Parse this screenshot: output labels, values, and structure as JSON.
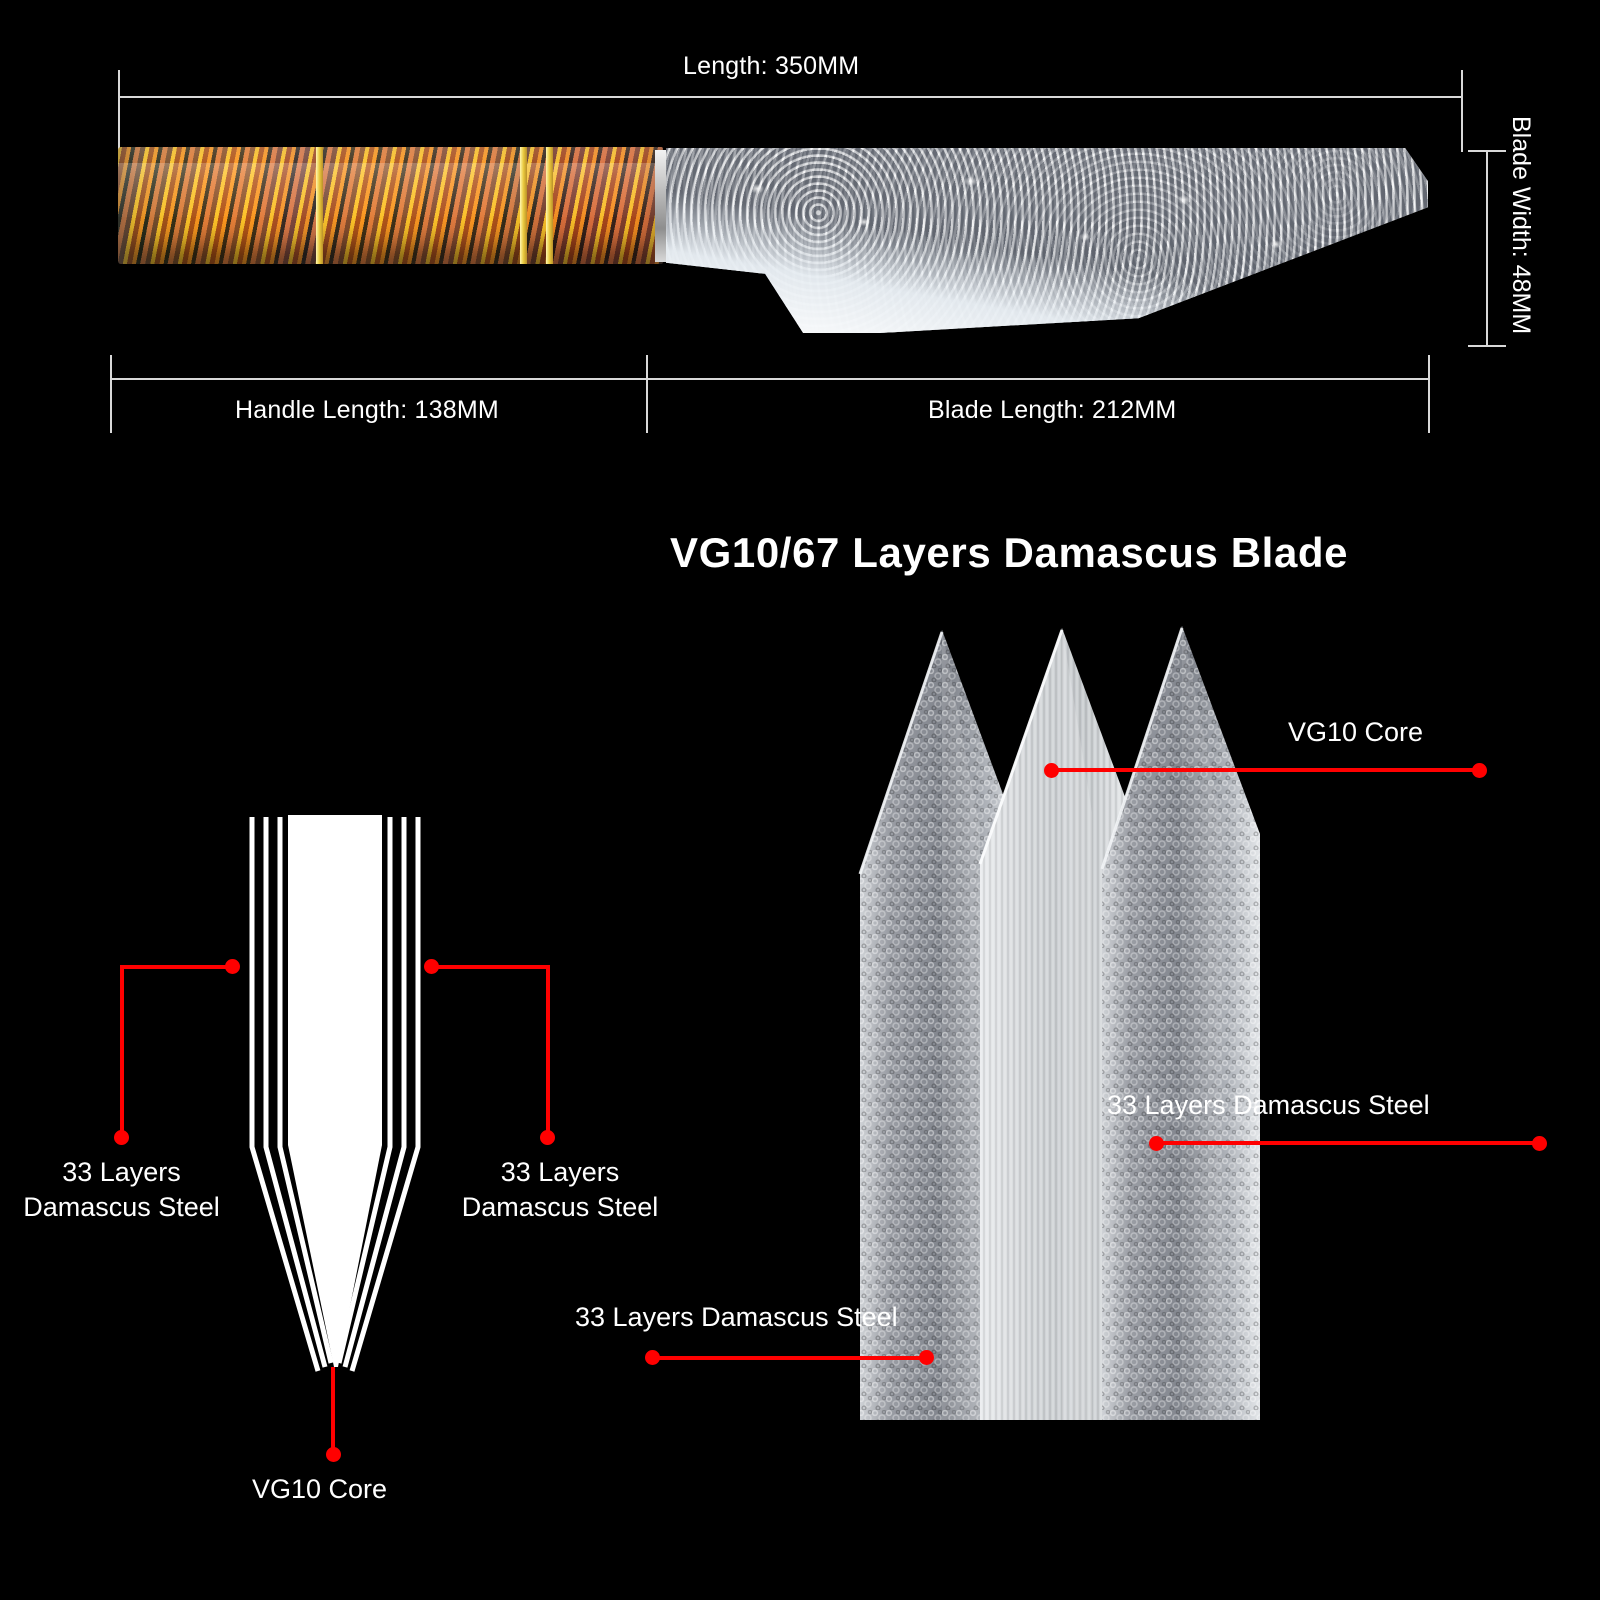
{
  "background_color": "#000000",
  "accent_color": "#ff0000",
  "line_color": "#d9d9d9",
  "text_color": "#ffffff",
  "dimensions": {
    "total_length": "Length: 350MM",
    "handle_length": "Handle Length: 138MM",
    "blade_length": "Blade Length: 212MM",
    "blade_width": "Blade Width: 48MM"
  },
  "title": "VG10/67 Layers Damascus Blade",
  "cross_section": {
    "left_label_line1": "33 Layers",
    "left_label_line2": "Damascus Steel",
    "right_label_line1": "33 Layers",
    "right_label_line2": "Damascus Steel",
    "bottom_label": "VG10 Core"
  },
  "photo_callouts": {
    "core": "VG10 Core",
    "right_steel": "33 Layers Damascus Steel",
    "bottom_steel": "33 Layers Damascus Steel"
  }
}
